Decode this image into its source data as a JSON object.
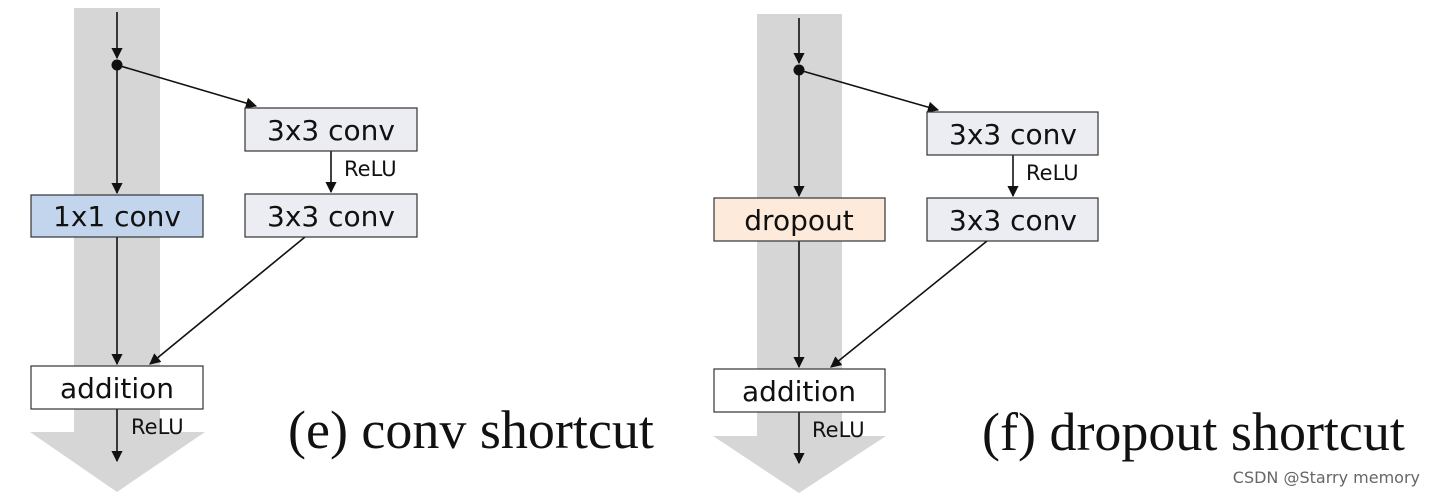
{
  "colors": {
    "stream": "#d6d6d6",
    "box_border": "#333333",
    "conv_box_fill": "#ececf3",
    "shortcut_conv_fill": "#c2d5ec",
    "dropout_fill": "#fdeadb",
    "addition_fill": "#ffffff",
    "line": "#111111"
  },
  "panel_e": {
    "conv_a": "3x3 conv",
    "conv_b": "3x3 conv",
    "relu_mid": "ReLU",
    "shortcut": "1x1 conv",
    "addition": "addition",
    "relu_out": "ReLU",
    "caption": "(e) conv shortcut"
  },
  "panel_f": {
    "conv_a": "3x3 conv",
    "conv_b": "3x3 conv",
    "relu_mid": "ReLU",
    "shortcut": "dropout",
    "addition": "addition",
    "relu_out": "ReLU",
    "caption": "(f) dropout shortcut"
  },
  "watermark": "CSDN @Starry memory"
}
